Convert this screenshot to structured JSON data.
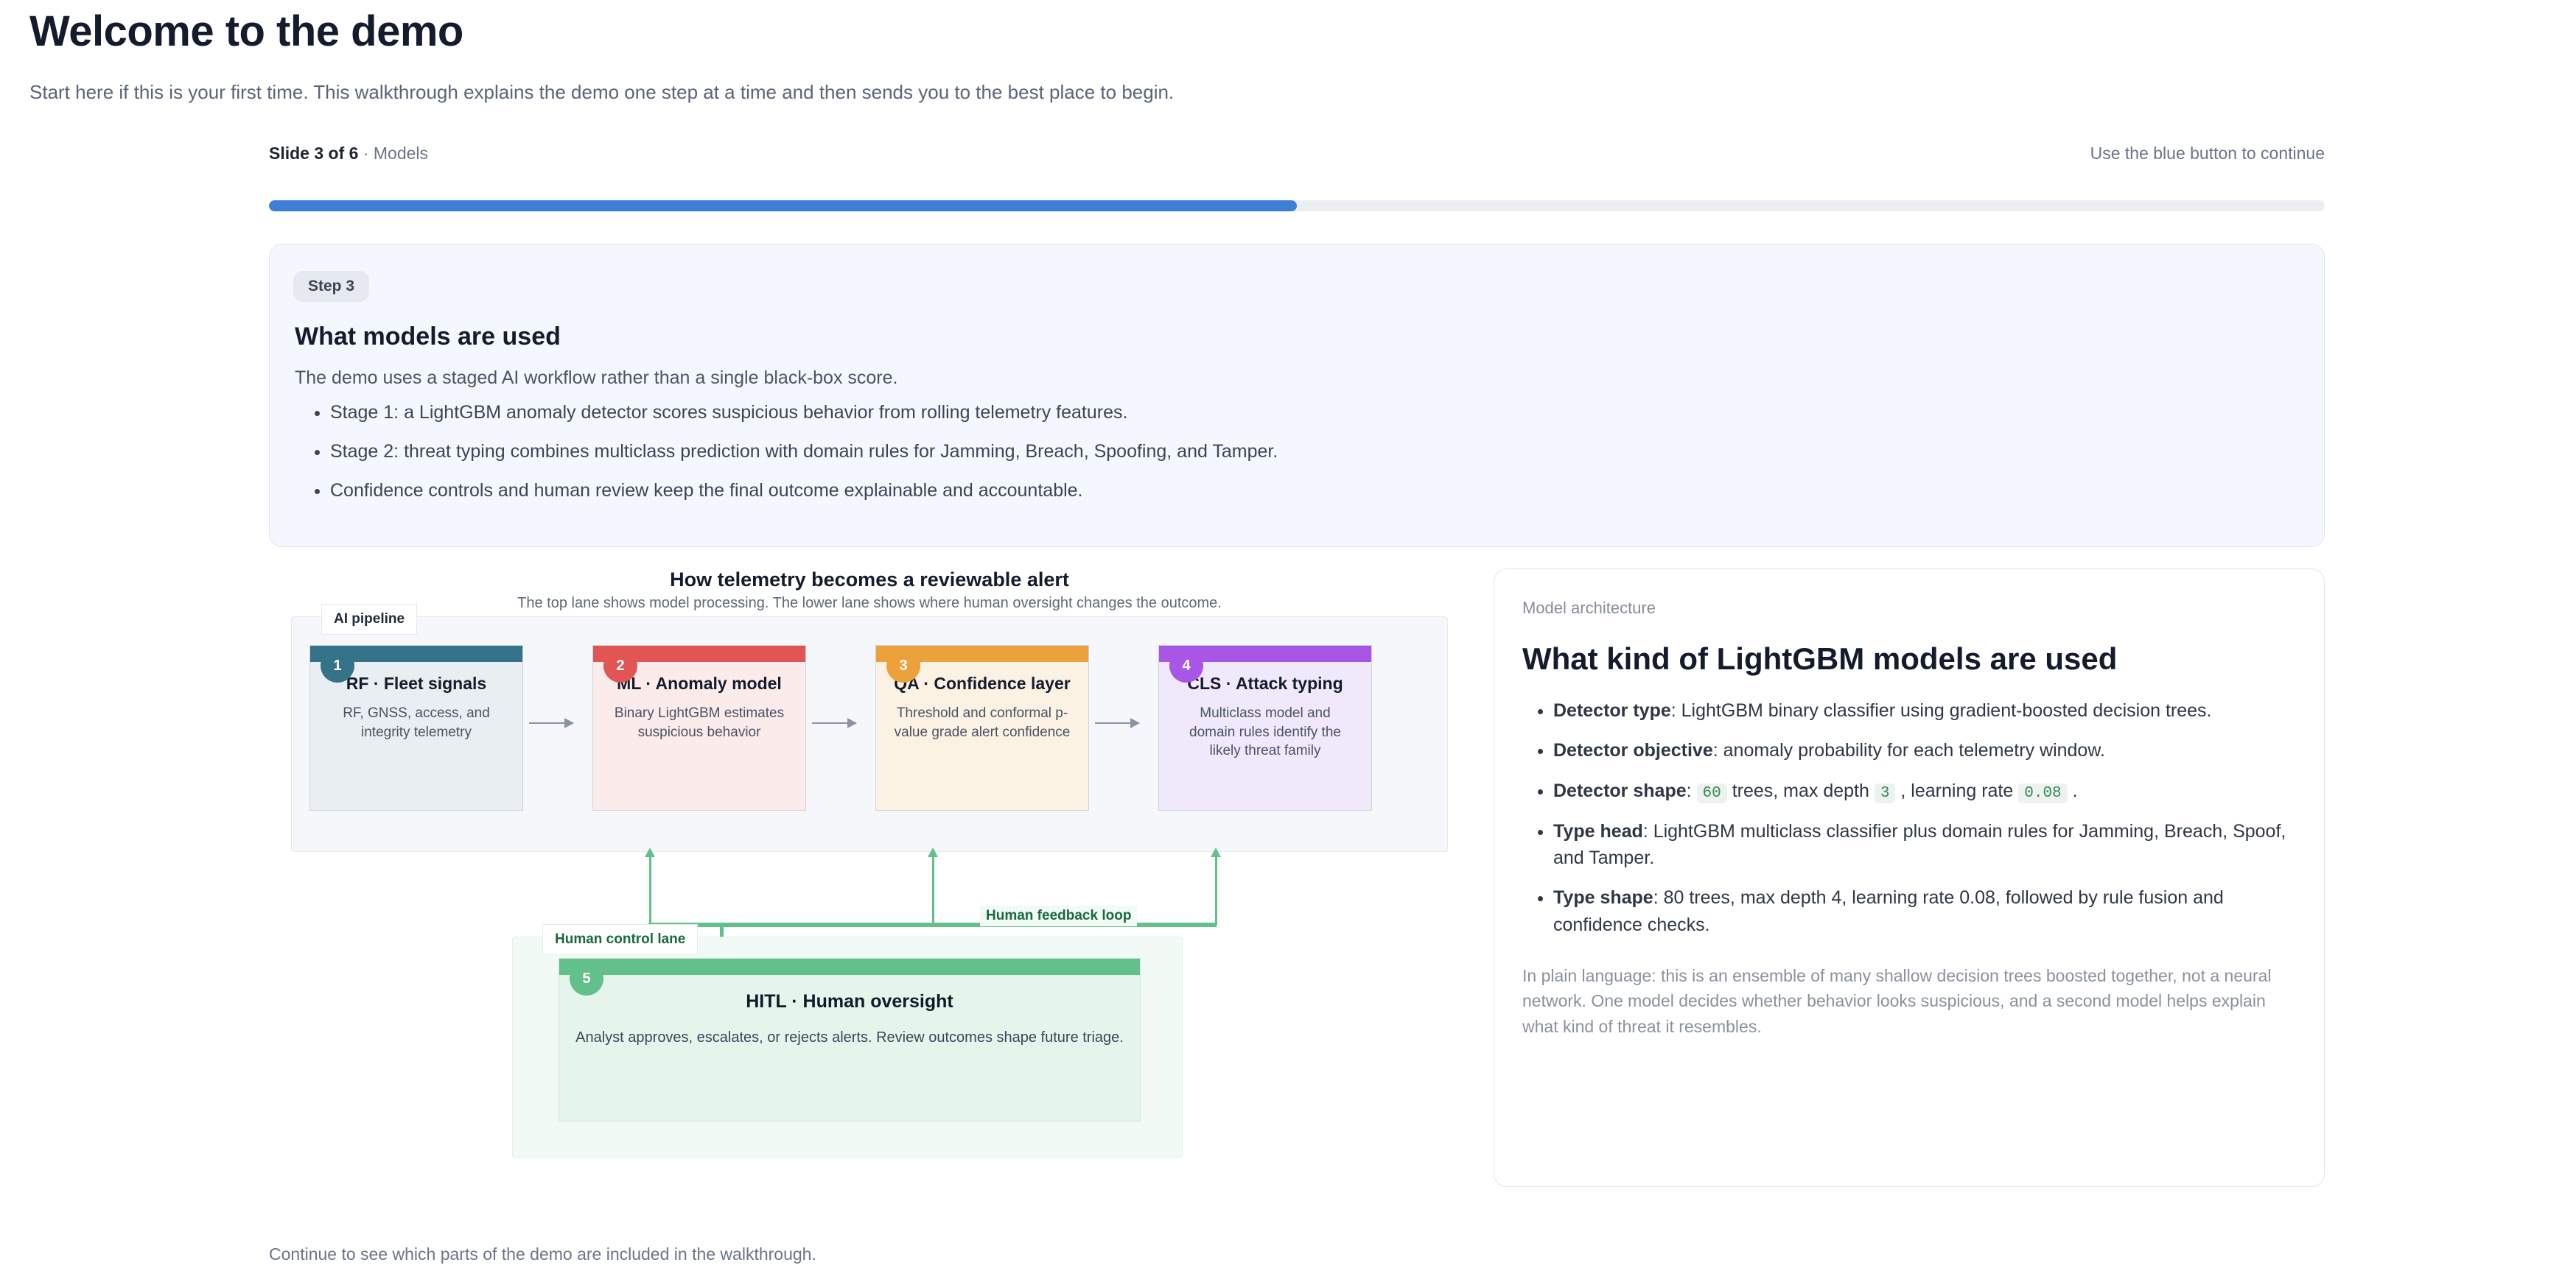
{
  "header": {
    "title": "Welcome to the demo",
    "subtitle": "Start here if this is your first time. This walkthrough explains the demo one step at a time and then sends you to the best place to begin."
  },
  "progress": {
    "slide_label_bold": "Slide 3 of 6",
    "slide_label_rest": " · Models",
    "hint": "Use the blue button to continue",
    "percent": 50,
    "fill_color": "#3d7fd6",
    "track_color": "#eceef2"
  },
  "step_card": {
    "badge": "Step 3",
    "title": "What models are used",
    "lead": "The demo uses a staged AI workflow rather than a single black-box score.",
    "bullets": [
      "Stage 1: a LightGBM anomaly detector scores suspicious behavior from rolling telemetry features.",
      "Stage 2: threat typing combines multiclass prediction with domain rules for Jamming, Breach, Spoofing, and Tamper.",
      "Confidence controls and human review keep the final outcome explainable and accountable."
    ]
  },
  "diagram": {
    "title": "How telemetry becomes a reviewable alert",
    "subtitle": "The top lane shows model processing. The lower lane shows where human oversight changes the outcome.",
    "lane_ai_label": "AI pipeline",
    "lane_human_label": "Human control lane",
    "feedback_label": "Human feedback loop",
    "nodes": [
      {
        "num": "1",
        "title": "RF · Fleet signals",
        "desc": "RF, GNSS, access, and integrity telemetry",
        "cap_color": "#357388",
        "body_color": "#e9eef2"
      },
      {
        "num": "2",
        "title": "ML · Anomaly model",
        "desc": "Binary LightGBM estimates suspicious behavior",
        "cap_color": "#e15554",
        "body_color": "#fbeceb"
      },
      {
        "num": "3",
        "title": "QA · Confidence layer",
        "desc": "Threshold and conformal p-value grade alert confidence",
        "cap_color": "#eda13a",
        "body_color": "#fbf2e3"
      },
      {
        "num": "4",
        "title": "CLS · Attack typing",
        "desc": "Multiclass model and domain rules identify the likely threat family",
        "cap_color": "#a855e8",
        "body_color": "#f0e9fb"
      }
    ],
    "hitl": {
      "num": "5",
      "title": "HITL · Human oversight",
      "desc": "Analyst approves, escalates, or rejects alerts. Review outcomes shape future triage.",
      "cap_color": "#62c08b",
      "body_color": "#e6f5ec"
    }
  },
  "info": {
    "eyebrow": "Model architecture",
    "title": "What kind of LightGBM models are used",
    "bullets": [
      {
        "label": "Detector type",
        "text": ": LightGBM binary classifier using gradient-boosted decision trees."
      },
      {
        "label": "Detector objective",
        "text": ": anomaly probability for each telemetry window."
      },
      {
        "label": "Detector shape",
        "prefix": ": ",
        "code1": "60",
        "mid1": " trees, max depth ",
        "code2": "3",
        "mid2": " , learning rate ",
        "code3": "0.08",
        "suffix": " ."
      },
      {
        "label": "Type head",
        "text": ": LightGBM multiclass classifier plus domain rules for Jamming, Breach, Spoof, and Tamper."
      },
      {
        "label": "Type shape",
        "text": ": 80 trees, max depth 4, learning rate 0.08, followed by rule fusion and confidence checks."
      }
    ],
    "note": "In plain language: this is an ensemble of many shallow decision trees boosted together, not a neural network. One model decides whether behavior looks suspicious, and a second model helps explain what kind of threat it resembles."
  },
  "footer": {
    "text": "Continue to see which parts of the demo are included in the walkthrough."
  }
}
